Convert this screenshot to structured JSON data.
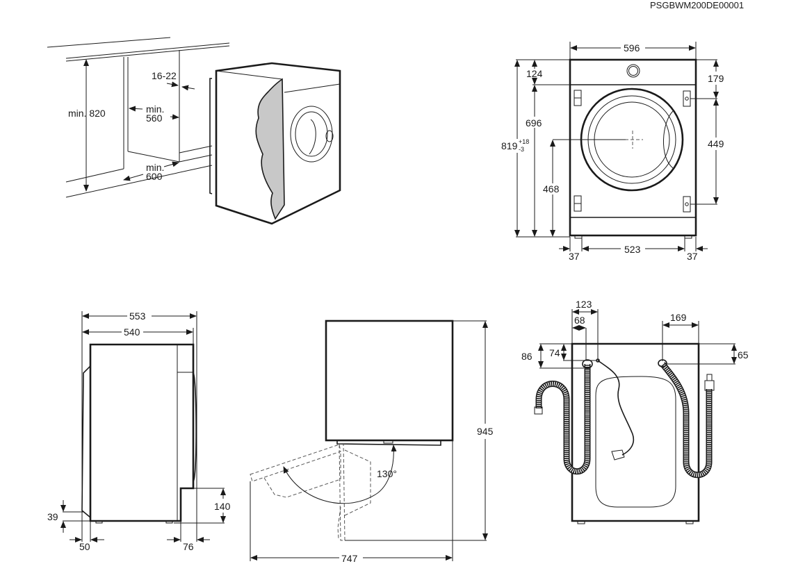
{
  "document_code": "PSGBWM200DE00001",
  "colors": {
    "line": "#1a1a1a",
    "door_cutaway": "#c8c8c8",
    "background": "#ffffff"
  },
  "views": {
    "installation_niche": {
      "labels": {
        "height": "min. 820",
        "width_line1": "min.",
        "width_line2": "560",
        "depth_line1": "min.",
        "depth_line2": "600",
        "door_gap": "16-22"
      }
    },
    "front_view": {
      "labels": {
        "width": "596",
        "top_panel": "124",
        "hinge_top": "179",
        "door_height": "696",
        "total_height": "819",
        "tolerance_plus": "+18",
        "tolerance_minus": "-3",
        "hinge_spacing": "449",
        "door_center_height": "468",
        "foot_left": "37",
        "foot_span": "523",
        "foot_right": "37"
      }
    },
    "side_view": {
      "labels": {
        "total_depth": "553",
        "body_depth": "540",
        "rear_offset": "39",
        "plinth_height": "140",
        "rear_protrusion": "50",
        "front_recess": "76"
      }
    },
    "top_view": {
      "labels": {
        "height": "945",
        "depth_with_door_open": "747",
        "door_angle": "130°"
      }
    },
    "rear_view": {
      "labels": {
        "drain_offset": "123",
        "inlet_offset": "68",
        "right_hose_offset": "169",
        "drain_height": "86",
        "cable_height": "74",
        "right_hose_height": "65"
      }
    }
  }
}
